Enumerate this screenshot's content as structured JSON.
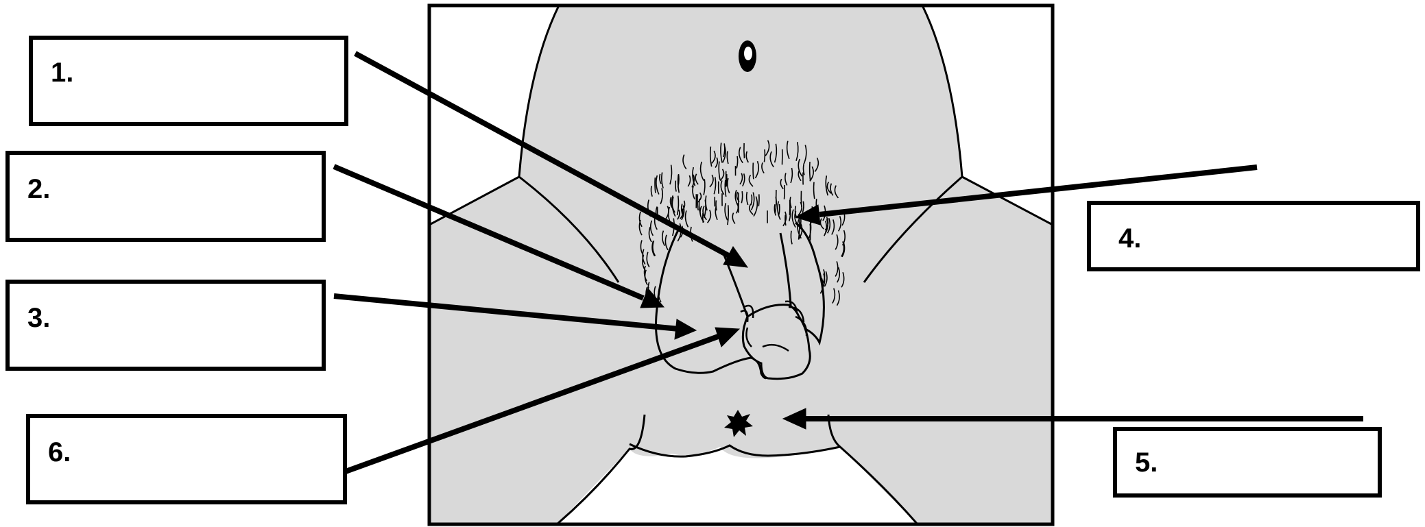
{
  "labels": [
    "1.",
    "2.",
    "3.",
    "4.",
    "5.",
    "6."
  ],
  "colors": {
    "body_fill": "#d9d9d9",
    "stroke": "#000000",
    "background": "#ffffff"
  }
}
